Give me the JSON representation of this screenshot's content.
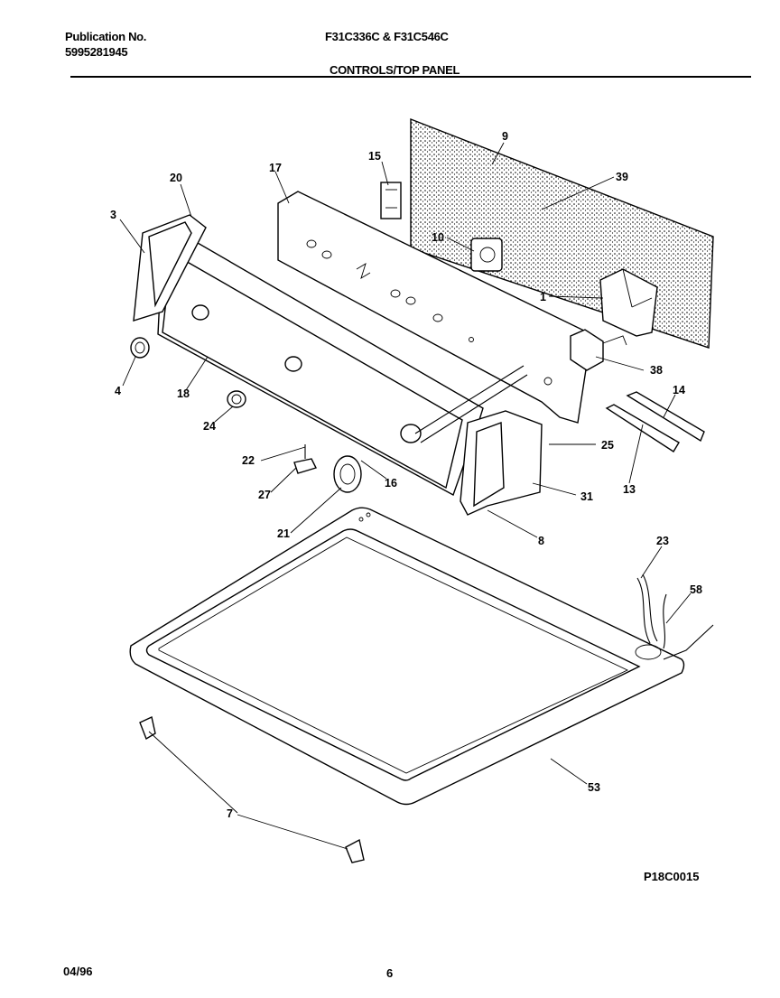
{
  "header": {
    "publication_label": "Publication No.",
    "publication_number": "5995281945",
    "models": "F31C336C & F31C546C",
    "section_title": "CONTROLS/TOP PANEL"
  },
  "callouts": {
    "c9": "9",
    "c39": "39",
    "c15": "15",
    "c17": "17",
    "c20": "20",
    "c3": "3",
    "c10": "10",
    "c1": "1",
    "c38": "38",
    "c14": "14",
    "c4": "4",
    "c18": "18",
    "c24": "24",
    "c25": "25",
    "c13": "13",
    "c22": "22",
    "c16": "16",
    "c27": "27",
    "c31": "31",
    "c21": "21",
    "c8": "8",
    "c23": "23",
    "c58": "58",
    "c53": "53",
    "c7": "7"
  },
  "figure_code": "P18C0015",
  "footer": {
    "date": "04/96",
    "page": "6"
  }
}
